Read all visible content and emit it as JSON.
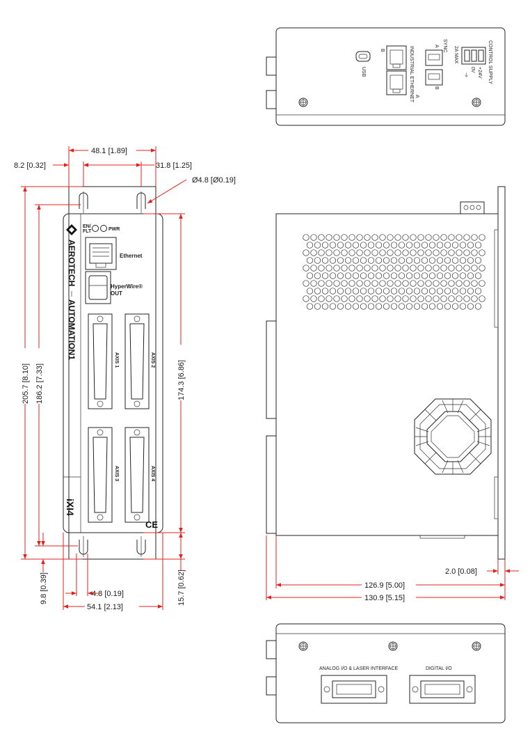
{
  "front_view": {
    "brand_top": "AEROTECH",
    "brand_bottom": "AUTOMATION1",
    "led_en_flt": "EN/\nFLT",
    "led_pwr": "PWR",
    "port_ethernet": "Ethernet",
    "port_hyperwire": "HyperWire®",
    "port_hyperwire_out": "OUT",
    "axis_labels": [
      "AXIS 1",
      "AXIS 2",
      "AXIS 3",
      "AXIS 4"
    ],
    "model": "iXI4",
    "ce_mark": "CE"
  },
  "top_view": {
    "usb": "USB",
    "industrial_ethernet": "INDUSTRIAL ETHERNET",
    "port_b": "B",
    "port_a": "A",
    "sync": "SYNC",
    "max_current": "2A MAX",
    "control_supply": "CONTROL SUPPLY",
    "plus24": "+24V",
    "zero_v": "0V",
    "ground": "⏚"
  },
  "bottom_view": {
    "analog_io": "ANALOG I/O & LASER INTERFACE",
    "digital_io": "DIGITAL I/O"
  },
  "dimensions": {
    "d_8_2": "8.2 [0.32]",
    "d_48_1": "48.1 [1.89]",
    "d_31_8": "31.8 [1.25]",
    "d_hole": "Ø4.8 [Ø0.19]",
    "d_205_7": "205.7 [8.10]",
    "d_186_2": "186.2 [7.33]",
    "d_174_3": "174.3 [6.86]",
    "d_9_8": "9.8 [0.39]",
    "d_4_8": "4.8 [0.19]",
    "d_54_1": "54.1 [2.13]",
    "d_15_7": "15.7 [0.62]",
    "d_2_0": "2.0 [0.08]",
    "d_126_9": "126.9 [5.00]",
    "d_130_9": "130.9 [5.15]"
  }
}
